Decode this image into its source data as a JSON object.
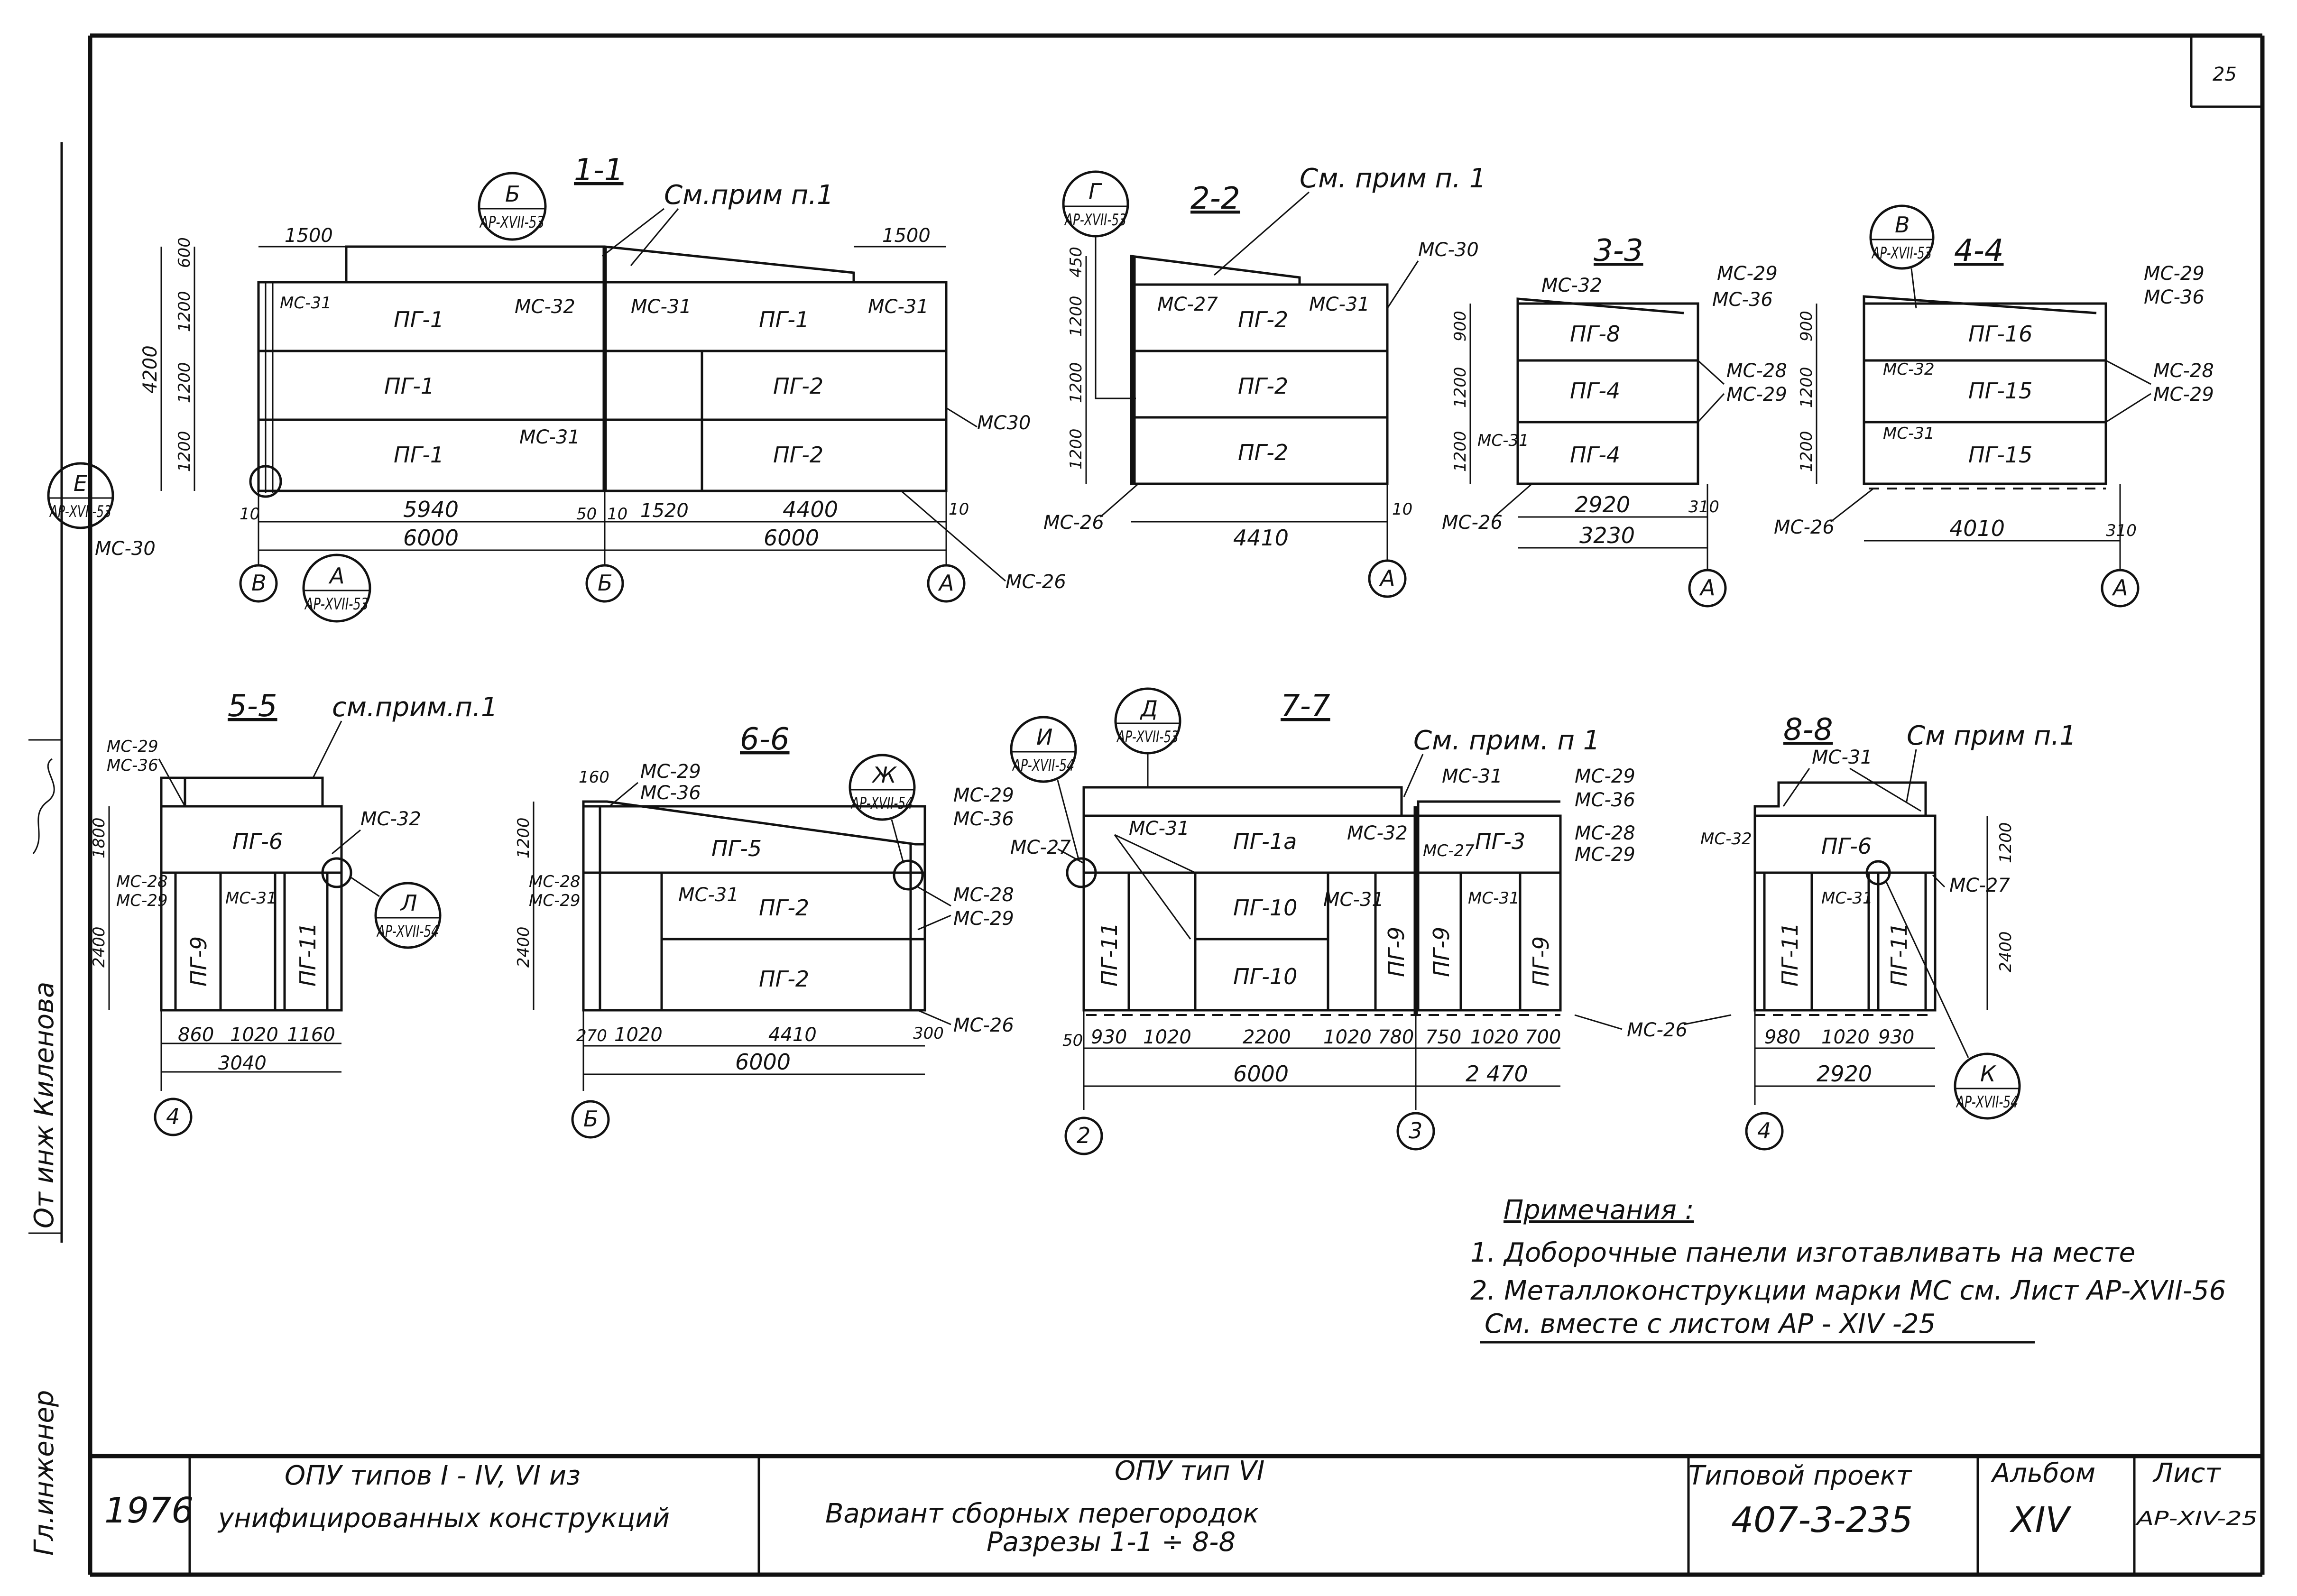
{
  "sheet_corner": "25",
  "sections": {
    "s11": {
      "title": "1-1",
      "note": "См.прим п.1",
      "panels": [
        "ПГ-1",
        "ПГ-1",
        "ПГ-1",
        "ПГ-1",
        "ПГ-2",
        "ПГ-2"
      ],
      "marks": [
        "МС-31",
        "МС-32",
        "МС-31",
        "МС-31",
        "МС-31",
        "МС30",
        "МС-30",
        "МС-26"
      ],
      "dims_top": [
        "1500",
        "1500"
      ],
      "dims_left": [
        "600",
        "1200",
        "1200",
        "1200",
        "4200"
      ],
      "dims_bottom": [
        "10",
        "5940",
        "50",
        "10",
        "1520",
        "4400",
        "10"
      ],
      "dims_total": [
        "6000",
        "6000"
      ],
      "axes": [
        "В",
        "Б",
        "А"
      ],
      "callout_b": {
        "letter": "Б",
        "ref": "АР-XVII-53"
      },
      "callout_e": {
        "letter": "Е",
        "ref": "АР-XVII-53"
      },
      "callout_a": {
        "letter": "А",
        "ref": "АР-XVII-53"
      }
    },
    "s22": {
      "title": "2-2",
      "note": "См. прим п. 1",
      "panels": [
        "ПГ-2",
        "ПГ-2",
        "ПГ-2"
      ],
      "marks": [
        "МС-27",
        "МС-31",
        "МС-30",
        "МС-26"
      ],
      "dims_left": [
        "450",
        "1200",
        "1200",
        "1200"
      ],
      "dims_bottom": [
        "4410",
        "10"
      ],
      "axis": "А",
      "callout_g": {
        "letter": "Г",
        "ref": "АР-XVII-53"
      }
    },
    "s33": {
      "title": "3-3",
      "panels": [
        "ПГ-8",
        "ПГ-4",
        "ПГ-4"
      ],
      "marks": [
        "МС-32",
        "МС-29",
        "МС-36",
        "МС-28",
        "МС-29",
        "МС-31",
        "МС-26"
      ],
      "dims_left": [
        "900",
        "1200",
        "1200"
      ],
      "dims_bottom": [
        "2920",
        "310",
        "3230"
      ],
      "axis": "А"
    },
    "s44": {
      "title": "4-4",
      "panels": [
        "ПГ-16",
        "ПГ-15",
        "ПГ-15"
      ],
      "marks": [
        "МС-29",
        "МС-36",
        "МС-32",
        "МС-31",
        "МС-28",
        "МС-29",
        "МС-26"
      ],
      "dims_left": [
        "900",
        "1200",
        "1200"
      ],
      "dims_bottom": [
        "4010",
        "310"
      ],
      "axis": "А",
      "callout_v": {
        "letter": "В",
        "ref": "АР-XVII-53"
      }
    },
    "s55": {
      "title": "5-5",
      "note": "см.прим.п.1",
      "panels": [
        "ПГ-6",
        "ПГ-9",
        "ПГ-11"
      ],
      "marks": [
        "МС-29",
        "МС-36",
        "МС-32",
        "МС-28",
        "МС-29",
        "МС-31"
      ],
      "dims_left": [
        "1800",
        "2400"
      ],
      "dims_bottom": [
        "860",
        "1020",
        "1160",
        "3040"
      ],
      "axis": "4",
      "callout_l": {
        "letter": "Л",
        "ref": "АР-XVII-54"
      }
    },
    "s66": {
      "title": "6-6",
      "panels": [
        "ПГ-5",
        "ПГ-2",
        "ПГ-2"
      ],
      "marks": [
        "МС-29",
        "МС-36",
        "МС-28",
        "МС-29",
        "МС-31",
        "МС-29",
        "МС-36",
        "МС-28",
        "МС-29",
        "МС-26"
      ],
      "dims_left": [
        "160",
        "1200",
        "2400"
      ],
      "dims_bottom": [
        "270",
        "1020",
        "4410",
        "300",
        "6000"
      ],
      "axis": "Б",
      "callout_zh": {
        "letter": "Ж",
        "ref": "АР-XVII-54"
      }
    },
    "s77": {
      "title": "7-7",
      "note": "См. прим. п 1",
      "panels": [
        "ПГ-1а",
        "ПГ-10",
        "ПГ-10",
        "ПГ-11",
        "ПГ-9",
        "ПГ-3",
        "ПГ-9",
        "ПГ-9"
      ],
      "marks": [
        "МС-31",
        "МС-32",
        "МС-31",
        "МС-27",
        "МС-31",
        "МС-29",
        "МС-36",
        "МС-27",
        "МС-28",
        "МС-29",
        "МС-31",
        "МС-26"
      ],
      "dims_bottom": [
        "50",
        "930",
        "1020",
        "2200",
        "1020",
        "780",
        "750",
        "1020",
        "700"
      ],
      "dims_total": [
        "6000",
        "2 470"
      ],
      "axes": [
        "2",
        "3"
      ],
      "callout_i": {
        "letter": "И",
        "ref": "АР-XVII-54"
      },
      "callout_d": {
        "letter": "Д",
        "ref": "АР-XVII-53"
      }
    },
    "s88": {
      "title": "8-8",
      "note": "См прим п.1",
      "panels": [
        "ПГ-6",
        "ПГ-11",
        "ПГ-11"
      ],
      "marks": [
        "МС-31",
        "МС-32",
        "МС-31",
        "МС-27"
      ],
      "dims_right": [
        "1200",
        "2400"
      ],
      "dims_bottom": [
        "980",
        "1020",
        "930",
        "2920"
      ],
      "axis": "4",
      "callout_k": {
        "letter": "К",
        "ref": "АР-XVII-54"
      }
    }
  },
  "notes": {
    "heading": "Примечания :",
    "items": [
      "1. Доборочные панели изготавливать на месте",
      "2. Металлоконструкции марки МС см. Лист АР-XVII-56"
    ],
    "together": "См. вместе с листом АР - XIV -25"
  },
  "left_margin": {
    "sig1": "От инж Киленова",
    "sig2": "Гл.инженер"
  },
  "title_block": {
    "year": "1976",
    "left_line1": "ОПУ типов I - IV, VI из",
    "left_line2": "унифицированных конструкций",
    "mid_line1": "ОПУ тип VI",
    "mid_line2": "Вариант сборных перегородок",
    "mid_line3": "Разрезы 1-1 ÷ 8-8",
    "project_label": "Типовой проект",
    "project_no": "407-3-235",
    "album_label": "Альбом",
    "album_no": "XIV",
    "sheet_label": "Лист",
    "sheet_no": "АР-XIV-25"
  }
}
